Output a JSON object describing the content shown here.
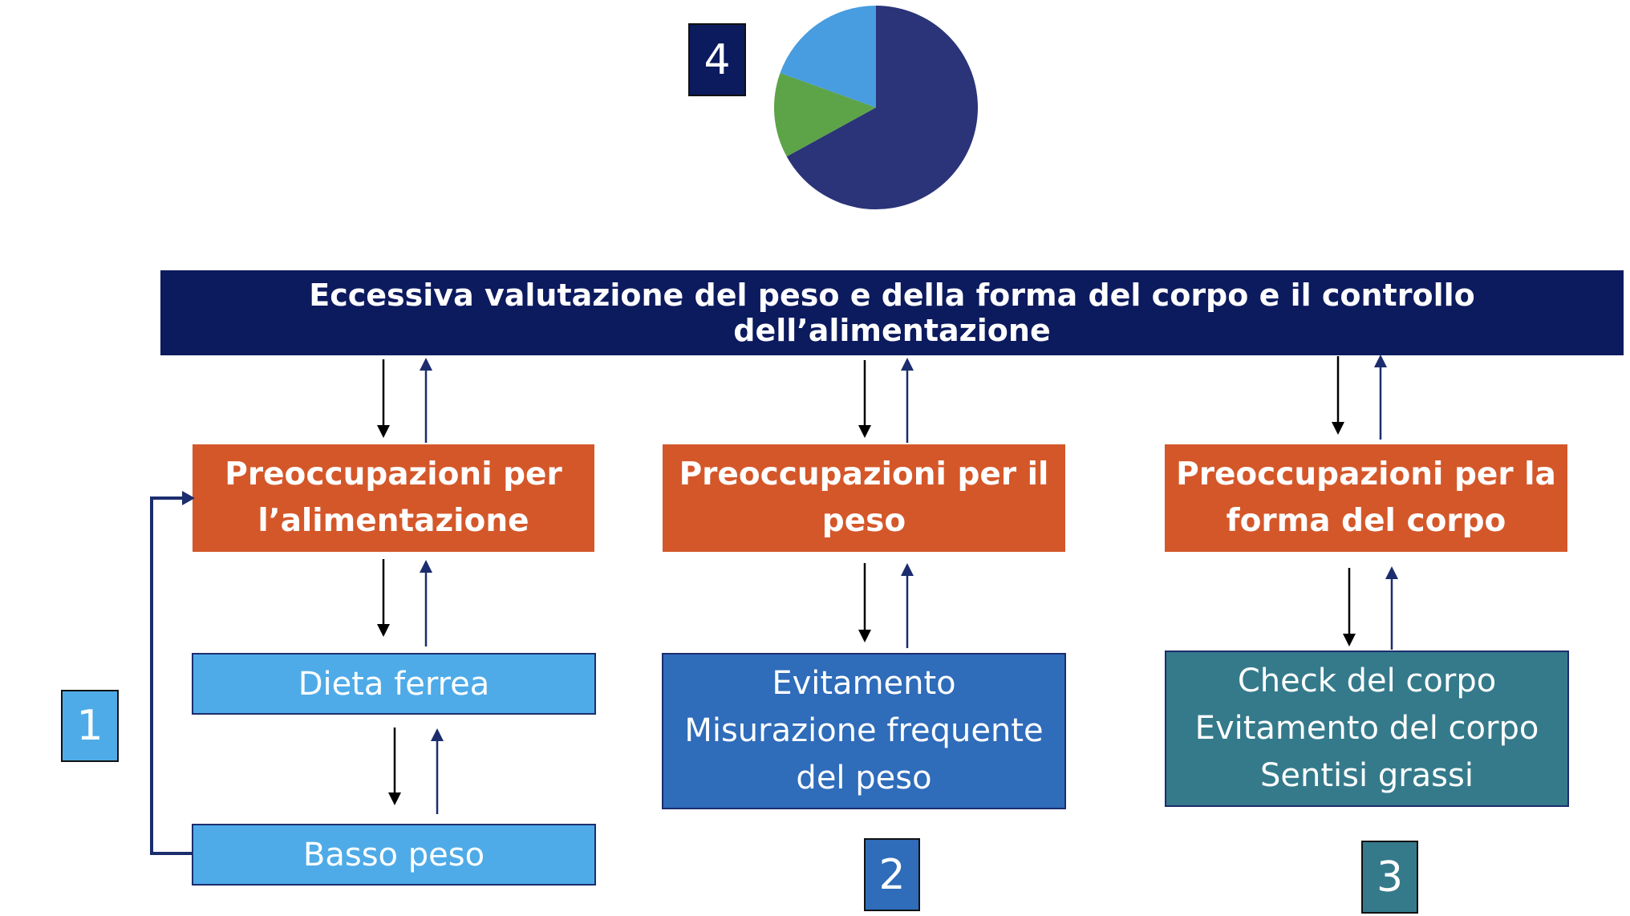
{
  "header": {
    "text": "Eccessiva valutazione del peso e della forma del corpo e il controllo dell’alimentazione"
  },
  "columns": [
    {
      "concern": "Preoccupazioni per\nl’alimentazione"
    },
    {
      "concern": "Preoccupazioni per il\npeso"
    },
    {
      "concern": "Preoccupazioni per la\nforma del corpo"
    }
  ],
  "behaviors": {
    "dieta": "Dieta ferrea",
    "basso_peso": "Basso peso",
    "evitamento": "Evitamento\nMisurazione frequente\ndel peso",
    "check": "Check del corpo\nEvitamento del corpo\nSentisi grassi"
  },
  "badges": {
    "one": "1",
    "two": "2",
    "three": "3",
    "four": "4"
  },
  "pie": {
    "slices": [
      {
        "fraction": 0.67,
        "color": "#2b3478"
      },
      {
        "fraction": 0.135,
        "color": "#5da348"
      },
      {
        "fraction": 0.195,
        "color": "#479ddf"
      }
    ]
  },
  "colors": {
    "header": "#0c1a5e",
    "concern": "#d4572a",
    "light_box": "#4eabe8",
    "mid_box": "#2f6cba",
    "teal_box": "#357a8b",
    "badge_dark": "#0c1a5e"
  }
}
